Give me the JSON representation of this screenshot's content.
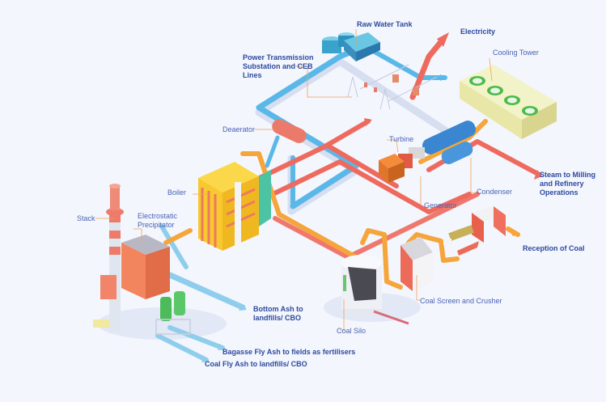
{
  "diagram": {
    "title": "Co-generation Power Plant Process Flow",
    "colors": {
      "background": "#f3f6fd",
      "label_text": "#2e4a9e",
      "leader_line": "#f2a25a",
      "water_pipe": "#5ab8e8",
      "steam_pipe": "#ee6a5e",
      "coal_conveyor": "#f5a53a",
      "boiler": "#f7c830",
      "cooling_fan": "#4cbb4a"
    },
    "labels": {
      "raw_water_tank": "Raw Water Tank",
      "electricity": "Electricity",
      "power_transmission": "Power Transmission Substation and CEB Lines",
      "cooling_tower": "Cooling Tower",
      "deaerator": "Deaerator",
      "turbine": "Turbine",
      "steam_to_milling": "Steam to Milling and Refinery Operations",
      "boiler": "Boiler",
      "condenser": "Condenser",
      "generator": "Generator",
      "stack": "Stack",
      "electrostatic_precipitator": "Electrostatic Precipitator",
      "reception_of_coal": "Reception of Coal",
      "coal_screen_crusher": "Coal Screen and Crusher",
      "bottom_ash": "Bottom Ash to landfills/ CBO",
      "coal_silo": "Coal Silo",
      "bagasse_fly_ash": "Bagasse Fly Ash to fields as fertilisers",
      "coal_fly_ash": "Coal Fly Ash to landfills/ CBO"
    }
  }
}
